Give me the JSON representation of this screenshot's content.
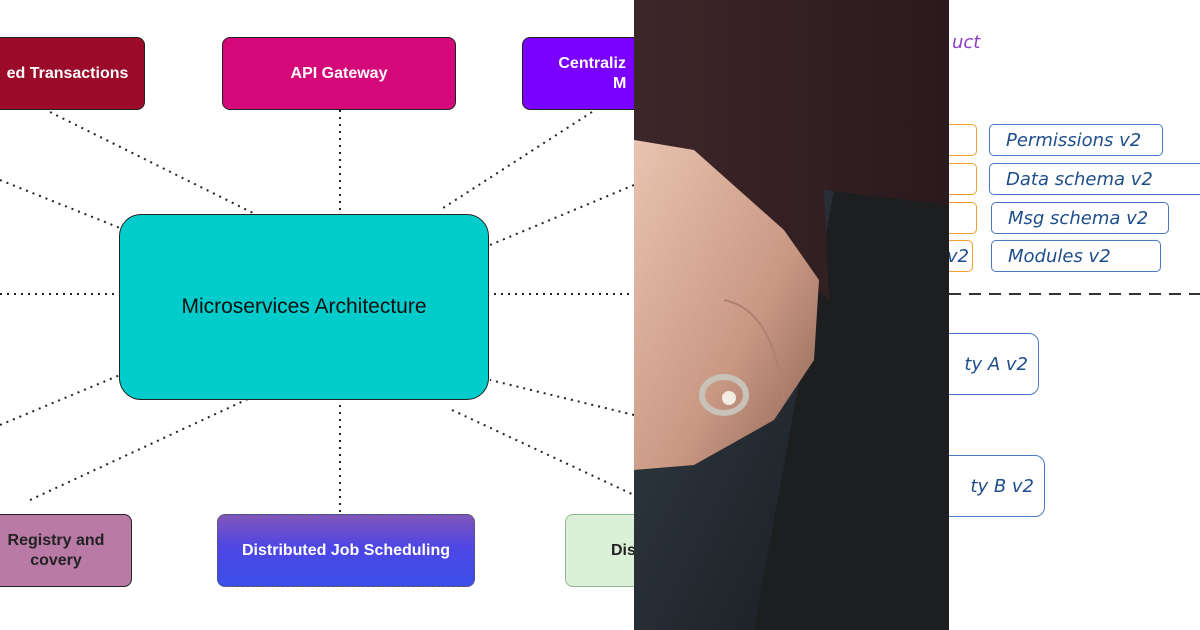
{
  "diagram": {
    "center": "Microservices Architecture",
    "nodes": {
      "top_left": "ed Transactions",
      "top_center": "API Gateway",
      "top_right_line1": "Centraliz",
      "top_right_line2": "M",
      "bottom_left_line1": "Registry and",
      "bottom_left_line2": "covery",
      "bottom_center": "Distributed Job Scheduling",
      "bottom_right": "Dis"
    },
    "colors": {
      "center": "#00cccc",
      "top_left": "#9b0a28",
      "top_center": "#d5087a",
      "top_right": "#7a00ff",
      "bottom_left": "#b97aa6",
      "bottom_center": "#4f46e5",
      "bottom_right": "#dcf0d8"
    }
  },
  "photo": {
    "description_icon": "hand-with-ring-photo"
  },
  "sketch": {
    "heading": "uct",
    "v2_boxes": [
      "Permissions v2",
      "Data schema v2",
      "Msg schema v2",
      "Modules v2"
    ],
    "partial_v2": "v2",
    "entity_a": "ty A v2",
    "entity_b": "ty B v2"
  }
}
